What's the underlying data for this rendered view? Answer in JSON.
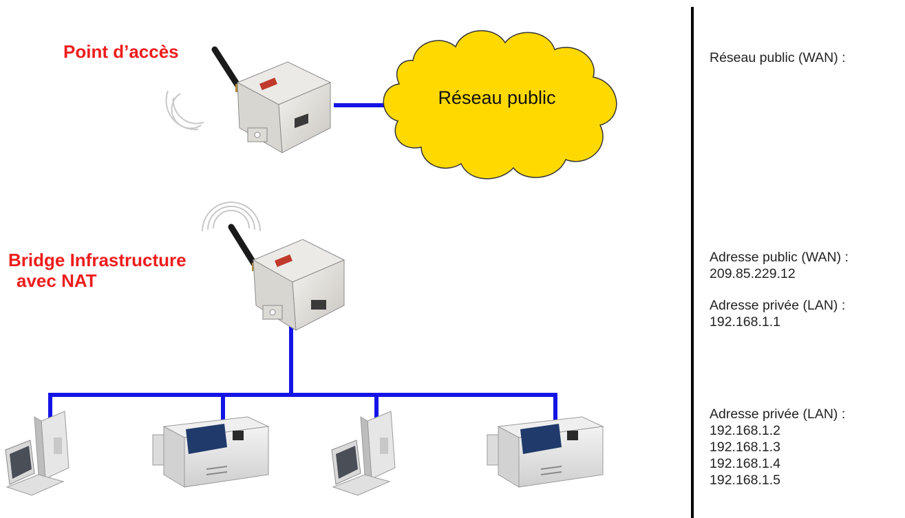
{
  "diagram": {
    "ap_label": "Point d’accès",
    "bridge_label_line1": "Bridge Infrastructure",
    "bridge_label_line2": "avec NAT",
    "cloud_label": "Réseau public"
  },
  "info": {
    "wan_network_label": "Réseau public (WAN) :",
    "public_address_label": "Adresse public (WAN) :",
    "public_address_value": "209.85.229.12",
    "private_gateway_label": "Adresse privée (LAN) :",
    "private_gateway_value": "192.168.1.1",
    "private_clients_label": "Adresse privée (LAN) :",
    "private_clients_values": [
      "192.168.1.2",
      "192.168.1.3",
      "192.168.1.4",
      "192.168.1.5"
    ]
  },
  "colors": {
    "label_red": "#ee1c1c",
    "link_blue": "#1414e6",
    "cloud_fill": "#ffd900",
    "divider": "#000000"
  }
}
